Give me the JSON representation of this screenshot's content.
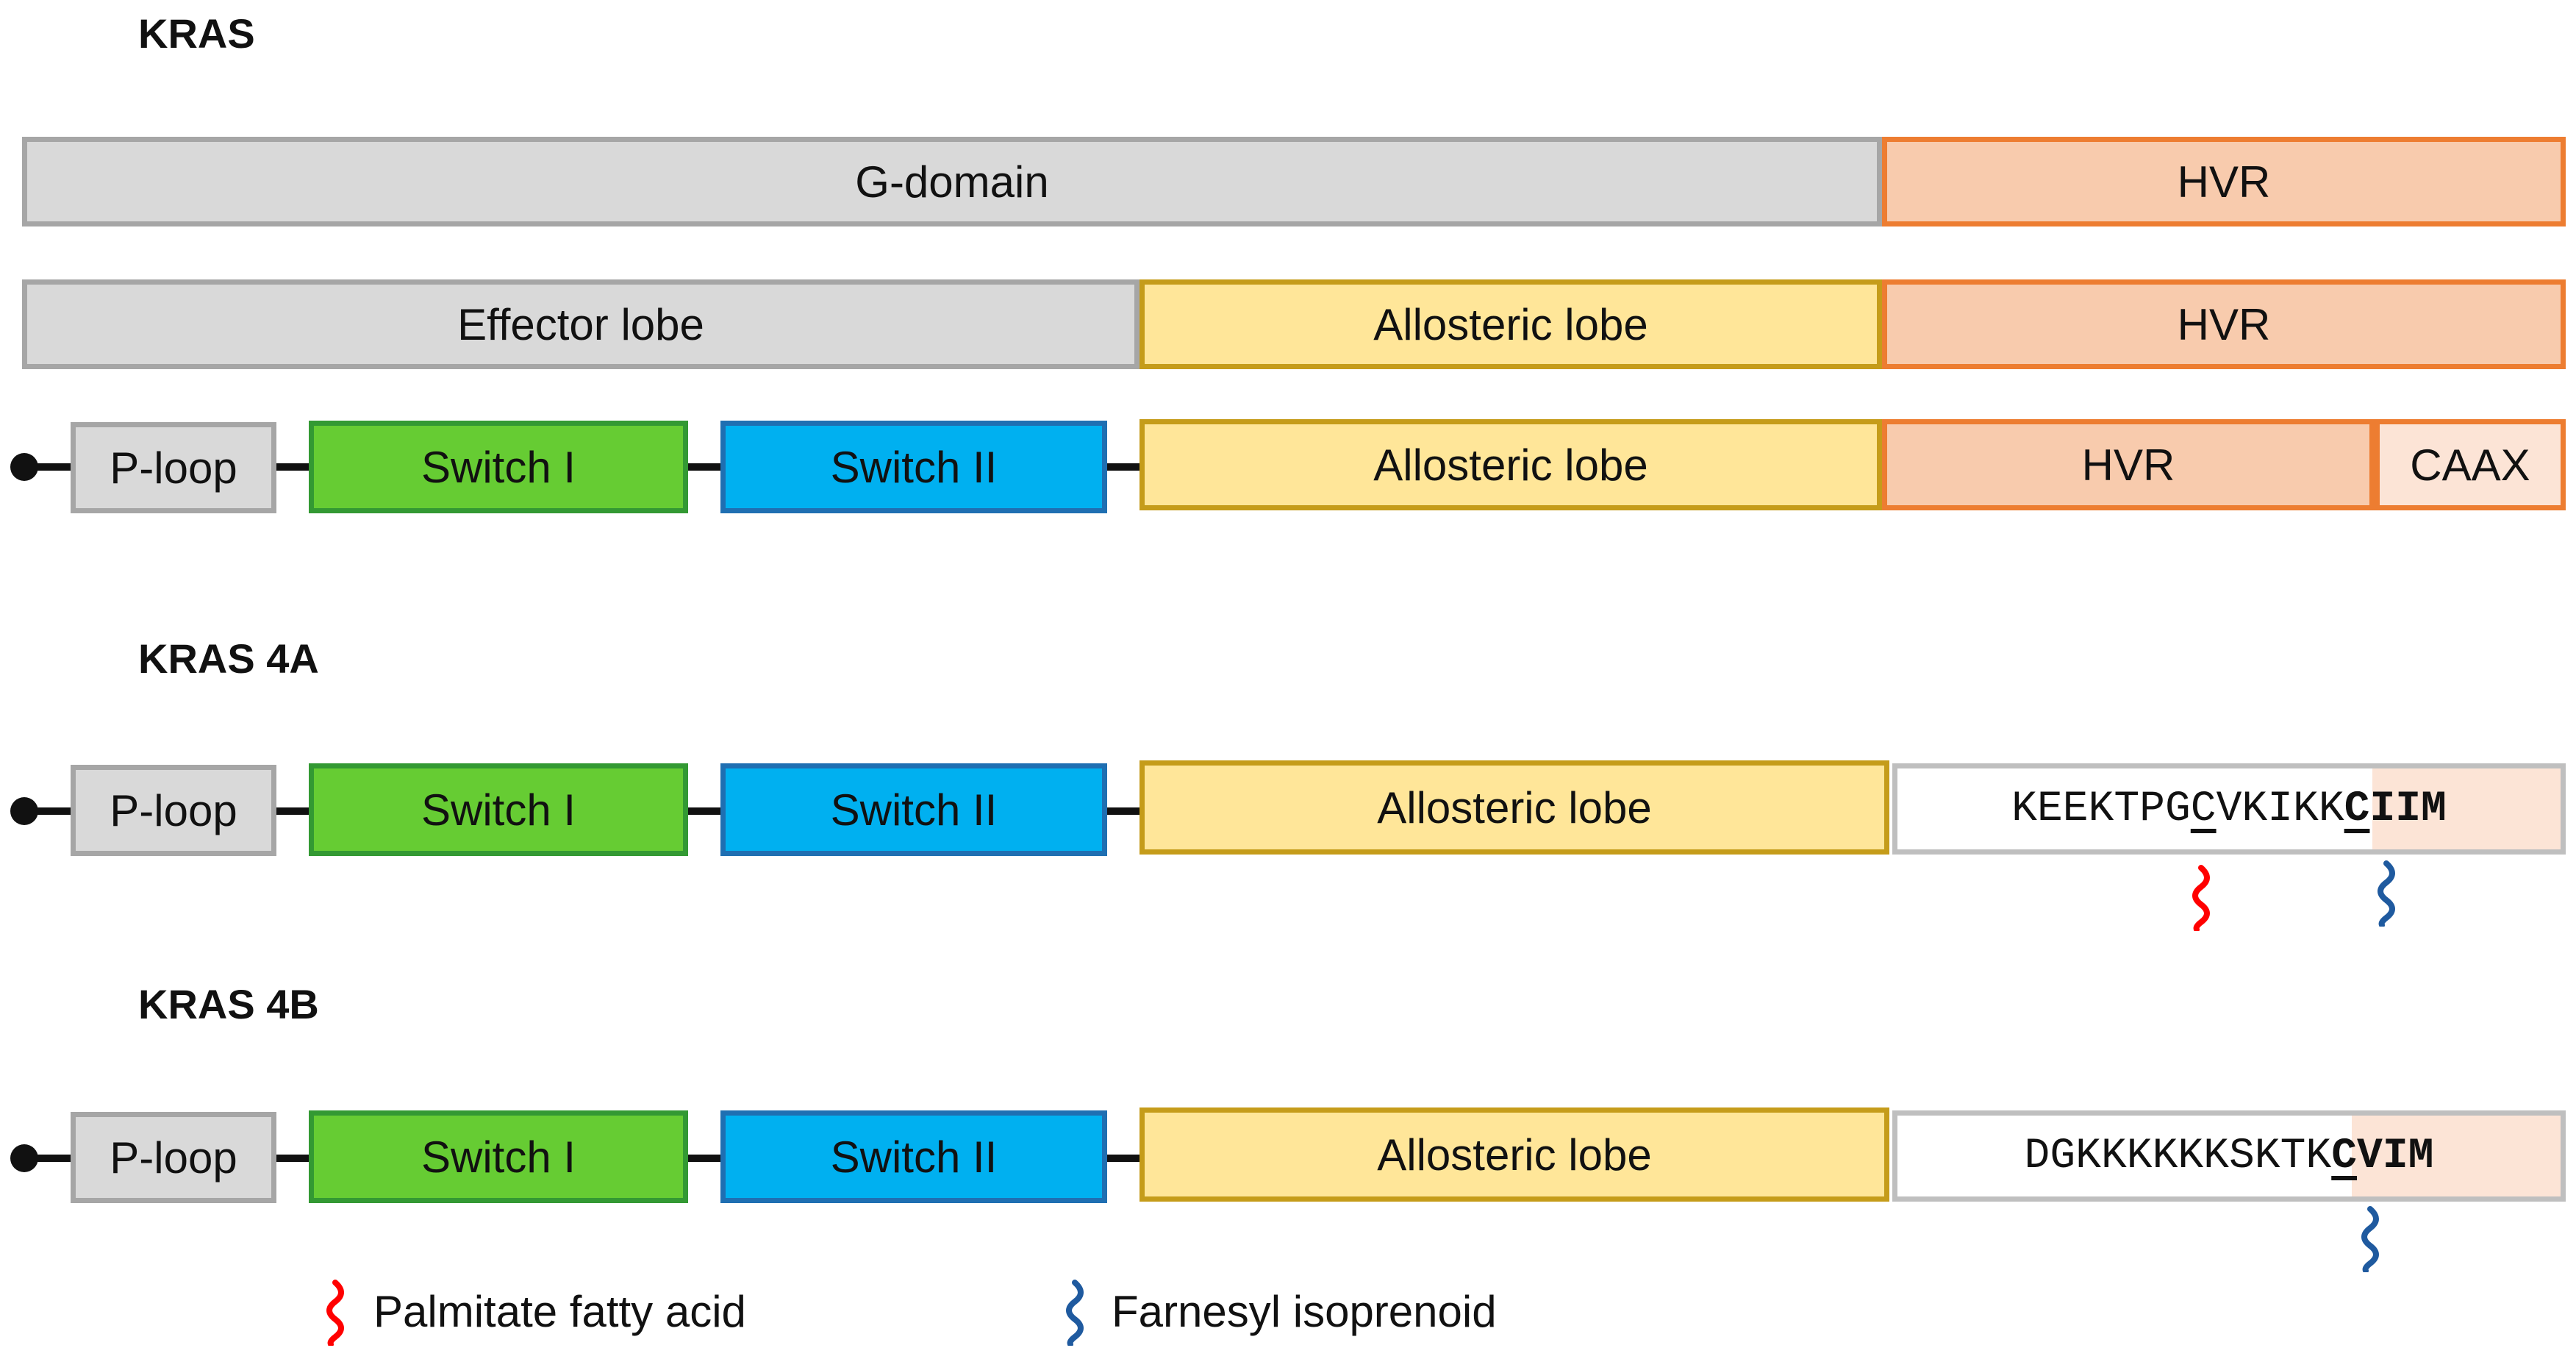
{
  "colors": {
    "grey_fill": "#d9d9d9",
    "grey_border": "#a6a6a6",
    "hvr_fill": "#f8cbad",
    "hvr_border": "#ed7d31",
    "caax_fill": "#fce4d6",
    "allo_fill": "#ffe699",
    "allo_border": "#c59c1a",
    "sw1_fill": "#66cc33",
    "sw1_border": "#339933",
    "sw2_fill": "#00b0f0",
    "sw2_border": "#1f6fb2",
    "palmitate": "#ff0000",
    "farnesyl": "#1f5a9f"
  },
  "sections": {
    "kras": "KRAS",
    "kras4a": "KRAS 4A",
    "kras4b": "KRAS 4B"
  },
  "rows": {
    "r1": {
      "g_domain": "G-domain",
      "hvr": "HVR"
    },
    "r2": {
      "effector": "Effector lobe",
      "allosteric": "Allosteric lobe",
      "hvr": "HVR"
    },
    "r3": {
      "ploop": "P-loop",
      "switch1": "Switch I",
      "switch2": "Switch II",
      "allosteric": "Allosteric lobe",
      "hvr": "HVR",
      "caax": "CAAX"
    },
    "r4": {
      "ploop": "P-loop",
      "switch1": "Switch I",
      "switch2": "Switch II",
      "allosteric": "Allosteric lobe",
      "seq_a": "KEEKTPG",
      "seq_b": "C",
      "seq_c": "VKIKK",
      "seq_d": "C",
      "seq_e": "IIM"
    },
    "r5": {
      "ploop": "P-loop",
      "switch1": "Switch I",
      "switch2": "Switch II",
      "allosteric": "Allosteric lobe",
      "seq_a": "DGKKKKKKSKTK",
      "seq_d": "C",
      "seq_e": "VIM"
    }
  },
  "legend": {
    "palmitate": "Palmitate fatty acid",
    "farnesyl": "Farnesyl isoprenoid"
  }
}
